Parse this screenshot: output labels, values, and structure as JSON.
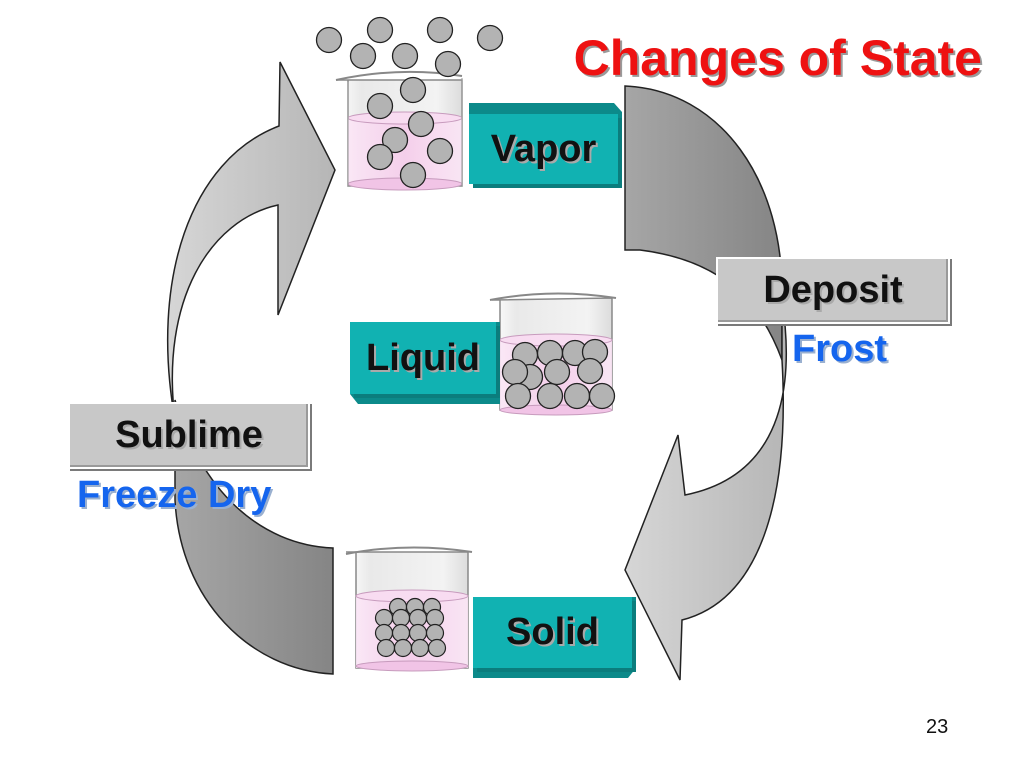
{
  "slide": {
    "title": "Changes of State",
    "page_number": "23"
  },
  "states": {
    "vapor": "Vapor",
    "liquid": "Liquid",
    "solid": "Solid"
  },
  "transitions": {
    "deposit": {
      "label": "Deposit",
      "example": "Frost"
    },
    "sublime": {
      "label": "Sublime",
      "example": "Freeze Dry"
    }
  },
  "colors": {
    "title": "#ee1111",
    "state_box": "#11b2b2",
    "transition_box": "#c8c8c8",
    "example_text": "#1565ee",
    "arrow_light": "#c0c0c0",
    "arrow_dark": "#8f8f8f",
    "liquid_fill": "#f7d2ef",
    "particle": "#b3b3b3"
  }
}
